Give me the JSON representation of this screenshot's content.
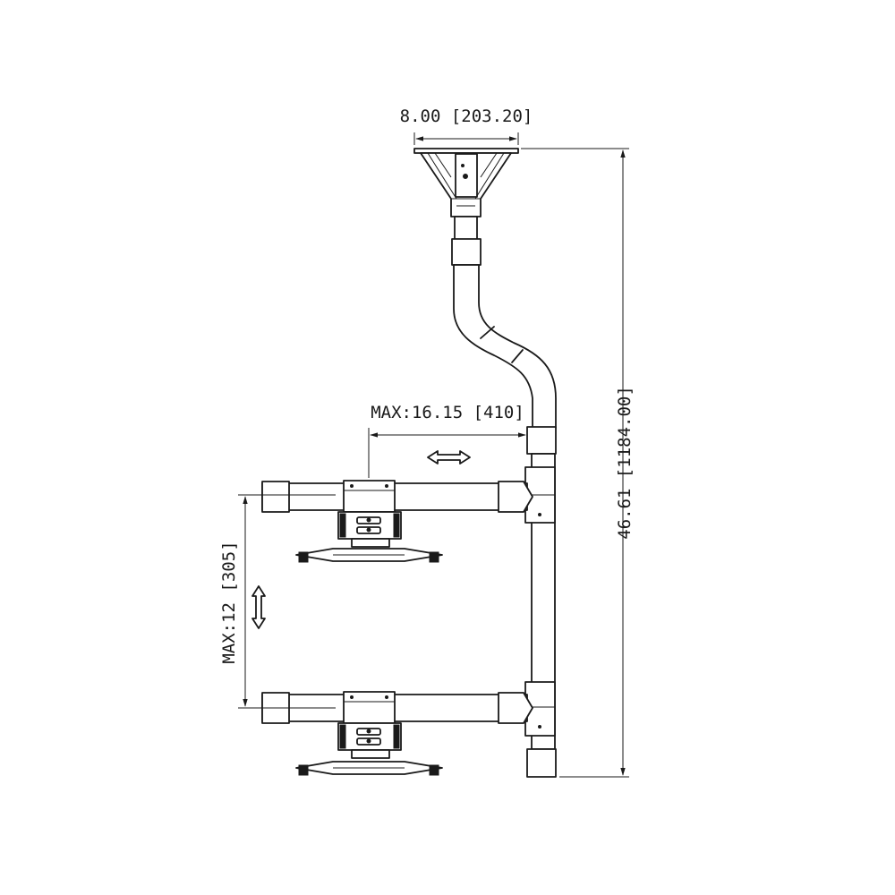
{
  "dimensions": {
    "plate_width": "8.00 [203.20]",
    "arm_reach": "MAX:16.15 [410]",
    "overall_height": "46.61 [1184.00]",
    "vertical_adjust": "MAX:12 [305]"
  },
  "colors": {
    "line": "#1a1a1a",
    "background": "#ffffff"
  }
}
